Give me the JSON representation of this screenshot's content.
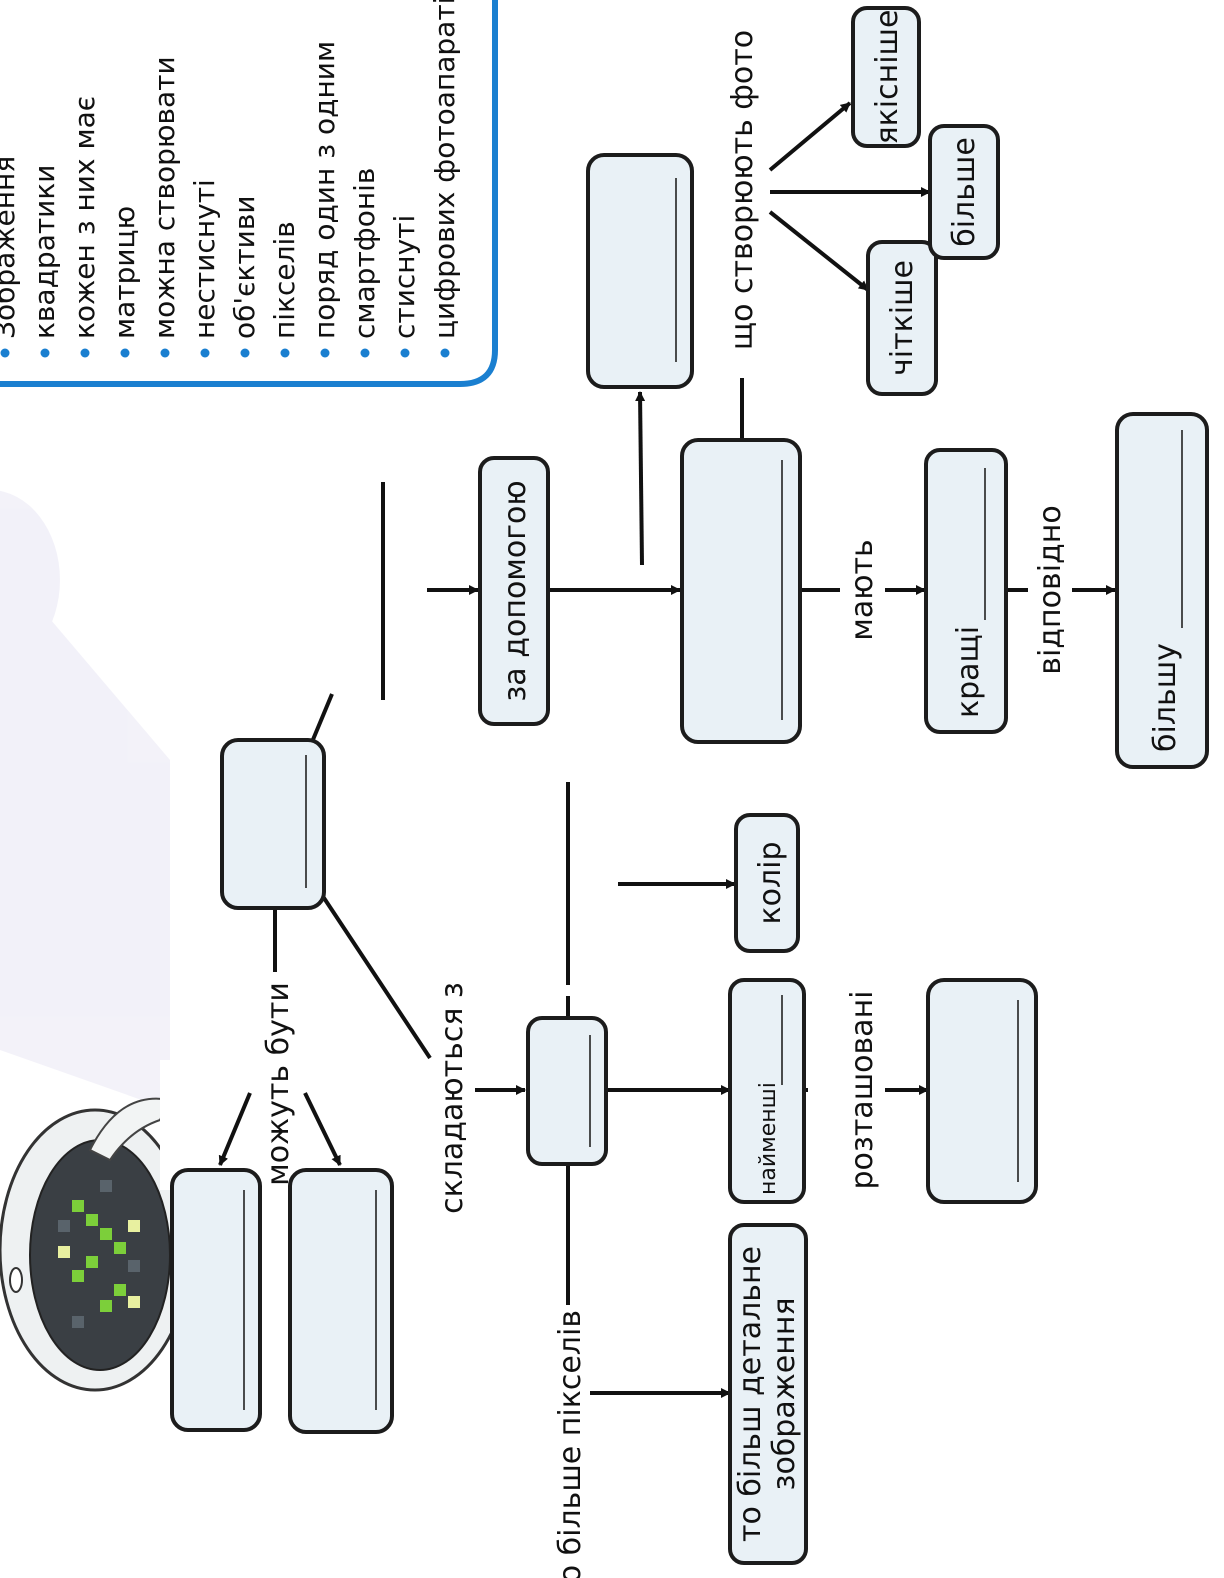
{
  "word_bank": {
    "items": [
      "Зображення",
      "квадратики",
      "кожен з них має",
      "матрицю",
      "можна створювати",
      "нестиснуті",
      "об'єктиви",
      "пікселів",
      "поряд один з одним",
      "смартфонів",
      "стиснуті",
      "цифрових фотоапаратів"
    ]
  },
  "diagram": {
    "labels": {
      "mozhut_buty": "можуть бути",
      "skladayutsya_z": "складаються з",
      "shcho_bilshe_pikseliv": "що більше пікселів",
      "za_dopomohoyu": "за допомогою",
      "mayut": "мають",
      "vidpovidno": "відповідно",
      "roztashovani": "розташовані",
      "shcho_stvoryuyut_foto": "що створюють фото"
    },
    "boxes": {
      "kolir": "колір",
      "naimenshi": "найменші",
      "to_bilsh_detalne_1": "то більш детальне",
      "to_bilsh_detalne_2": "зображення",
      "krashchi": "кращі",
      "bilshu": "більшу",
      "chitkishe": "чіткіше",
      "bilshe": "більше",
      "yakisnishe": "якісніше"
    }
  },
  "colors": {
    "accent": "#1a7fd0",
    "box_fill": "#e9f1f6"
  }
}
